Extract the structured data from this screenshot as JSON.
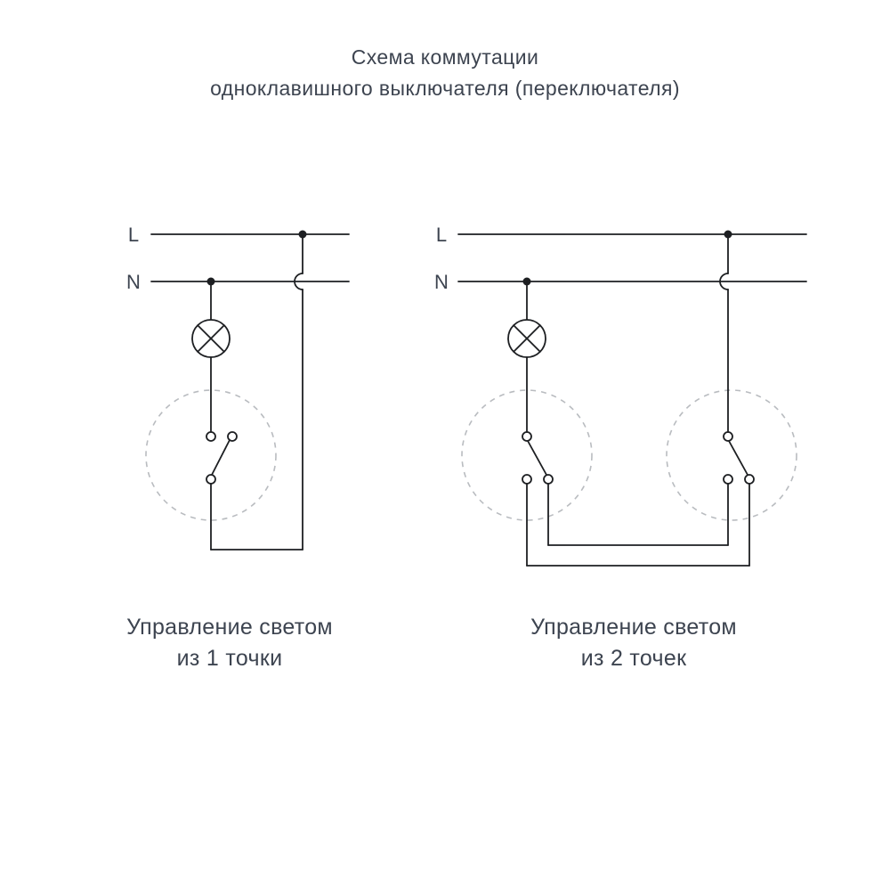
{
  "title": {
    "line1": "Схема коммутации",
    "line2": "одноклавишного выключателя (переключателя)"
  },
  "diagrams": {
    "single_point": {
      "phase_label": "L",
      "neutral_label": "N",
      "caption_line1": "Управление светом",
      "caption_line2": "из 1 точки"
    },
    "two_point": {
      "phase_label": "L",
      "neutral_label": "N",
      "caption_line1": "Управление светом",
      "caption_line2": "из 2 точек"
    }
  },
  "colors": {
    "wire": "#1d1f22",
    "dashed_circle": "#b9bcc0",
    "text": "#3d4450",
    "background": "#ffffff"
  }
}
